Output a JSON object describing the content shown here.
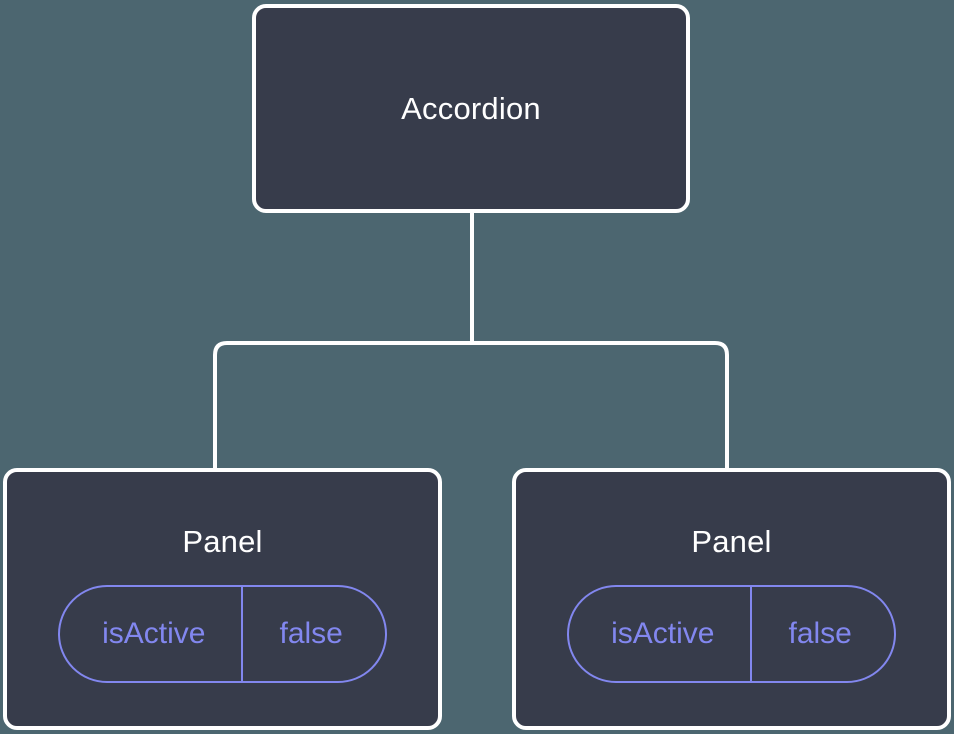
{
  "diagram": {
    "type": "component-tree",
    "background_color": "#4c6670",
    "node_fill_color": "#373c4b",
    "node_border_color": "#ffffff",
    "edge_color": "#ffffff",
    "accent_color": "#8287ef",
    "title_color": "#ffffff",
    "root": {
      "label": "Accordion"
    },
    "children": [
      {
        "label": "Panel",
        "props": [
          {
            "key": "isActive",
            "value": "false"
          }
        ]
      },
      {
        "label": "Panel",
        "props": [
          {
            "key": "isActive",
            "value": "false"
          }
        ]
      }
    ],
    "edges": [
      {
        "from": "Accordion",
        "to": "Panel"
      },
      {
        "from": "Accordion",
        "to": "Panel"
      }
    ]
  }
}
